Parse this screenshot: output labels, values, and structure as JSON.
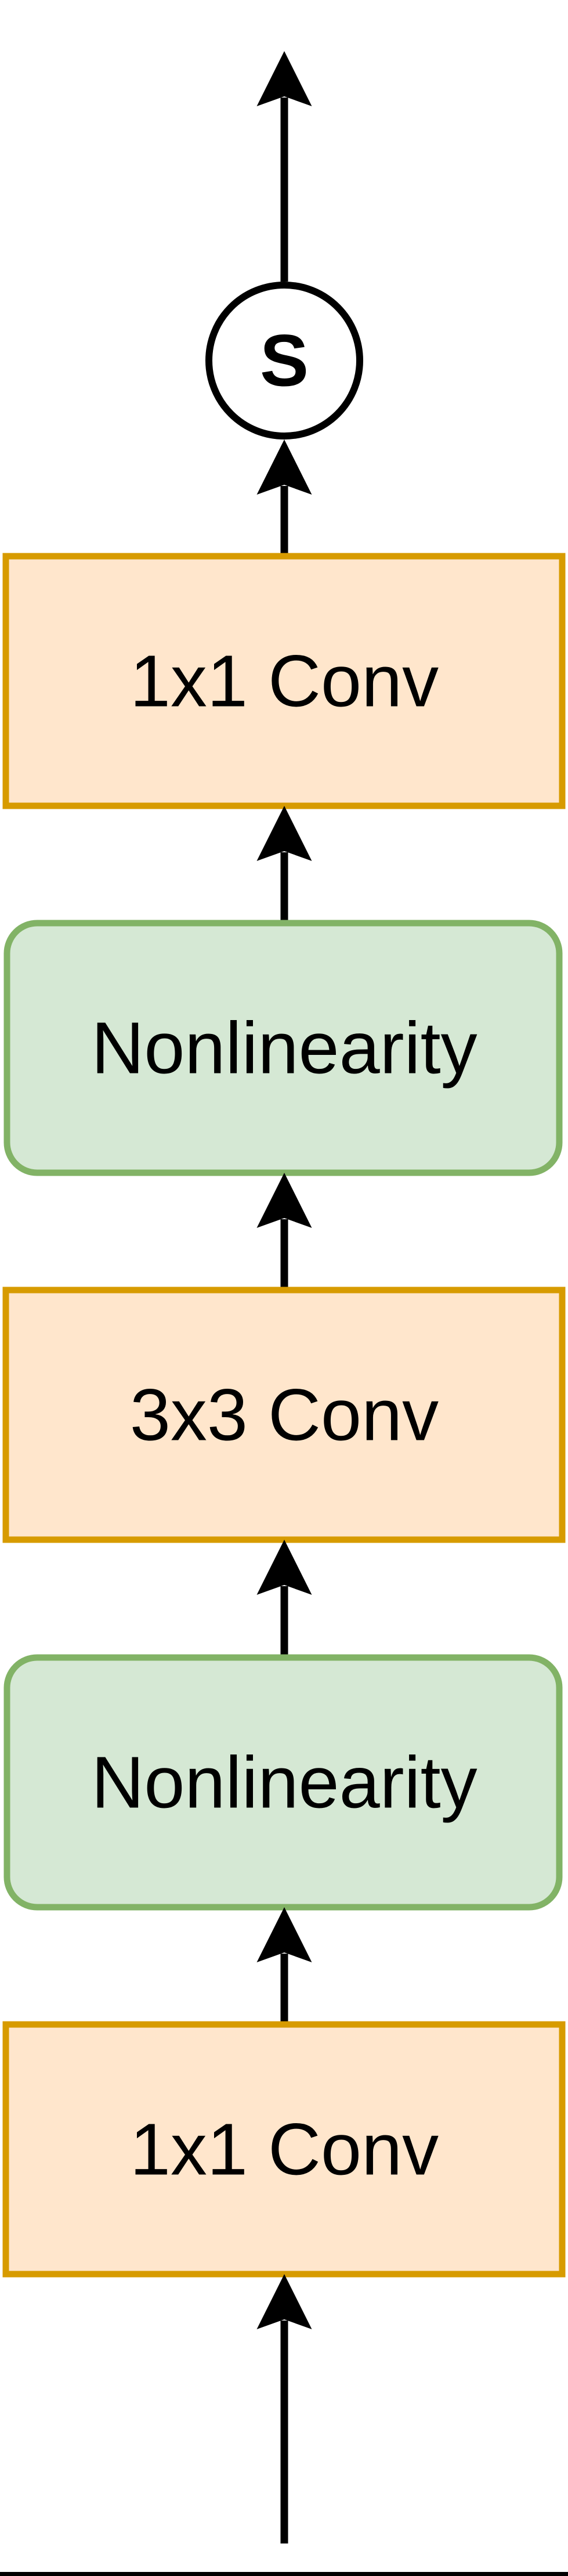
{
  "diagram": {
    "sum_node": {
      "label": "S",
      "fill": "#FFFFFF",
      "stroke": "#000000"
    },
    "nodes": [
      {
        "label": "1x1 Conv",
        "type": "conv",
        "fill": "#FFE6CC",
        "stroke": "#D79B00"
      },
      {
        "label": "Nonlinearity",
        "type": "activation",
        "fill": "#D5E8D4",
        "stroke": "#82B366"
      },
      {
        "label": "3x3 Conv",
        "type": "conv",
        "fill": "#FFE6CC",
        "stroke": "#D79B00"
      },
      {
        "label": "Nonlinearity",
        "type": "activation",
        "fill": "#D5E8D4",
        "stroke": "#82B366"
      },
      {
        "label": "1x1 Conv",
        "type": "conv",
        "fill": "#FFE6CC",
        "stroke": "#D79B00"
      }
    ],
    "colors": {
      "arrow": "#000000",
      "background": "#FFFFFF",
      "bottom_rule": "#000000"
    }
  }
}
